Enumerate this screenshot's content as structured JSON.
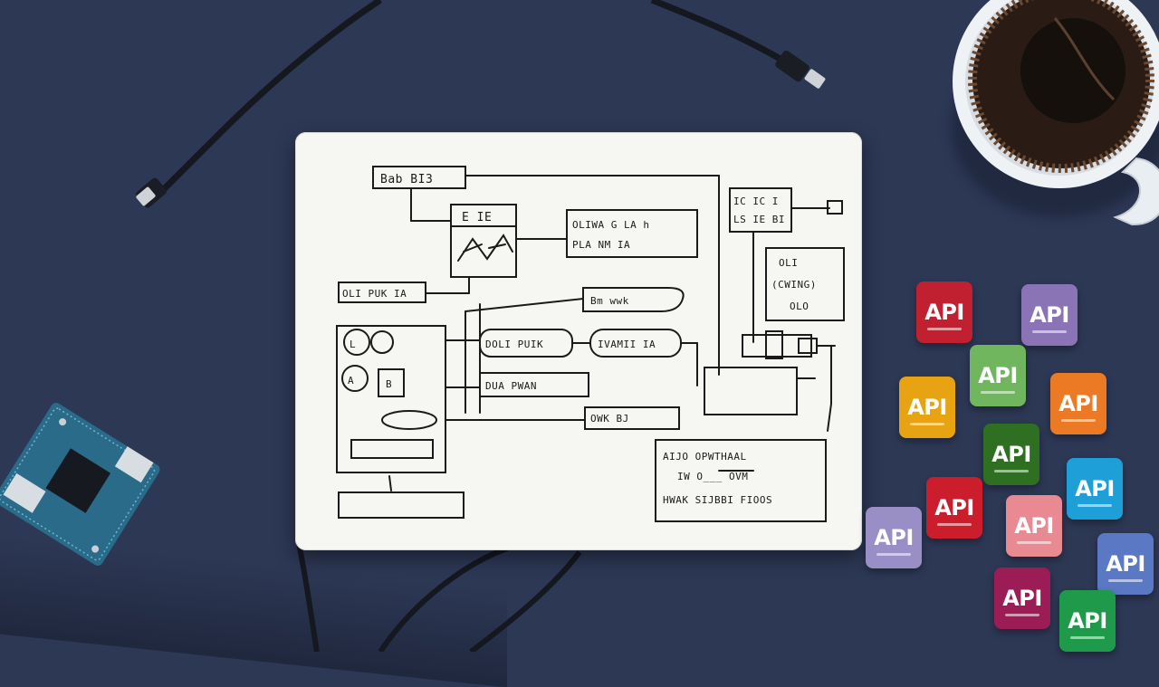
{
  "scene": {
    "background_color": "#2d3855",
    "paper_color": "#f6f6f3",
    "ink_color": "#1a1a1a"
  },
  "notebook_sketch": {
    "scribbles": [
      "Bab BI3",
      "E   IE",
      "OLIWA G   LA  h",
      "PLA  NM  IA",
      "IC IC  I",
      "LS IE BI",
      "OLI PUK IA",
      "Bm  wwk",
      "DOLI PUIK",
      "IVAMII IA",
      "DUA PWAN",
      "OWK BJ",
      "OLI",
      "(CWING)",
      "OLO",
      "AIJO   OPWTHAAL",
      "IW   O___   OVM",
      "HWAK   SIJBBI FIOOS",
      "L",
      "A",
      "B"
    ]
  },
  "api_tiles": {
    "label": "API",
    "items": [
      {
        "color": "#c0202f"
      },
      {
        "color": "#8a74b5"
      },
      {
        "color": "#6fb65e"
      },
      {
        "color": "#e8a312"
      },
      {
        "color": "#ec7a25"
      },
      {
        "color": "#2f6f22"
      },
      {
        "color": "#1f9fd8"
      },
      {
        "color": "#cc1d2d"
      },
      {
        "color": "#e98a93"
      },
      {
        "color": "#9a8ec7"
      },
      {
        "color": "#5a78c4"
      },
      {
        "color": "#9c1d55"
      },
      {
        "color": "#1f9a4a"
      }
    ]
  }
}
